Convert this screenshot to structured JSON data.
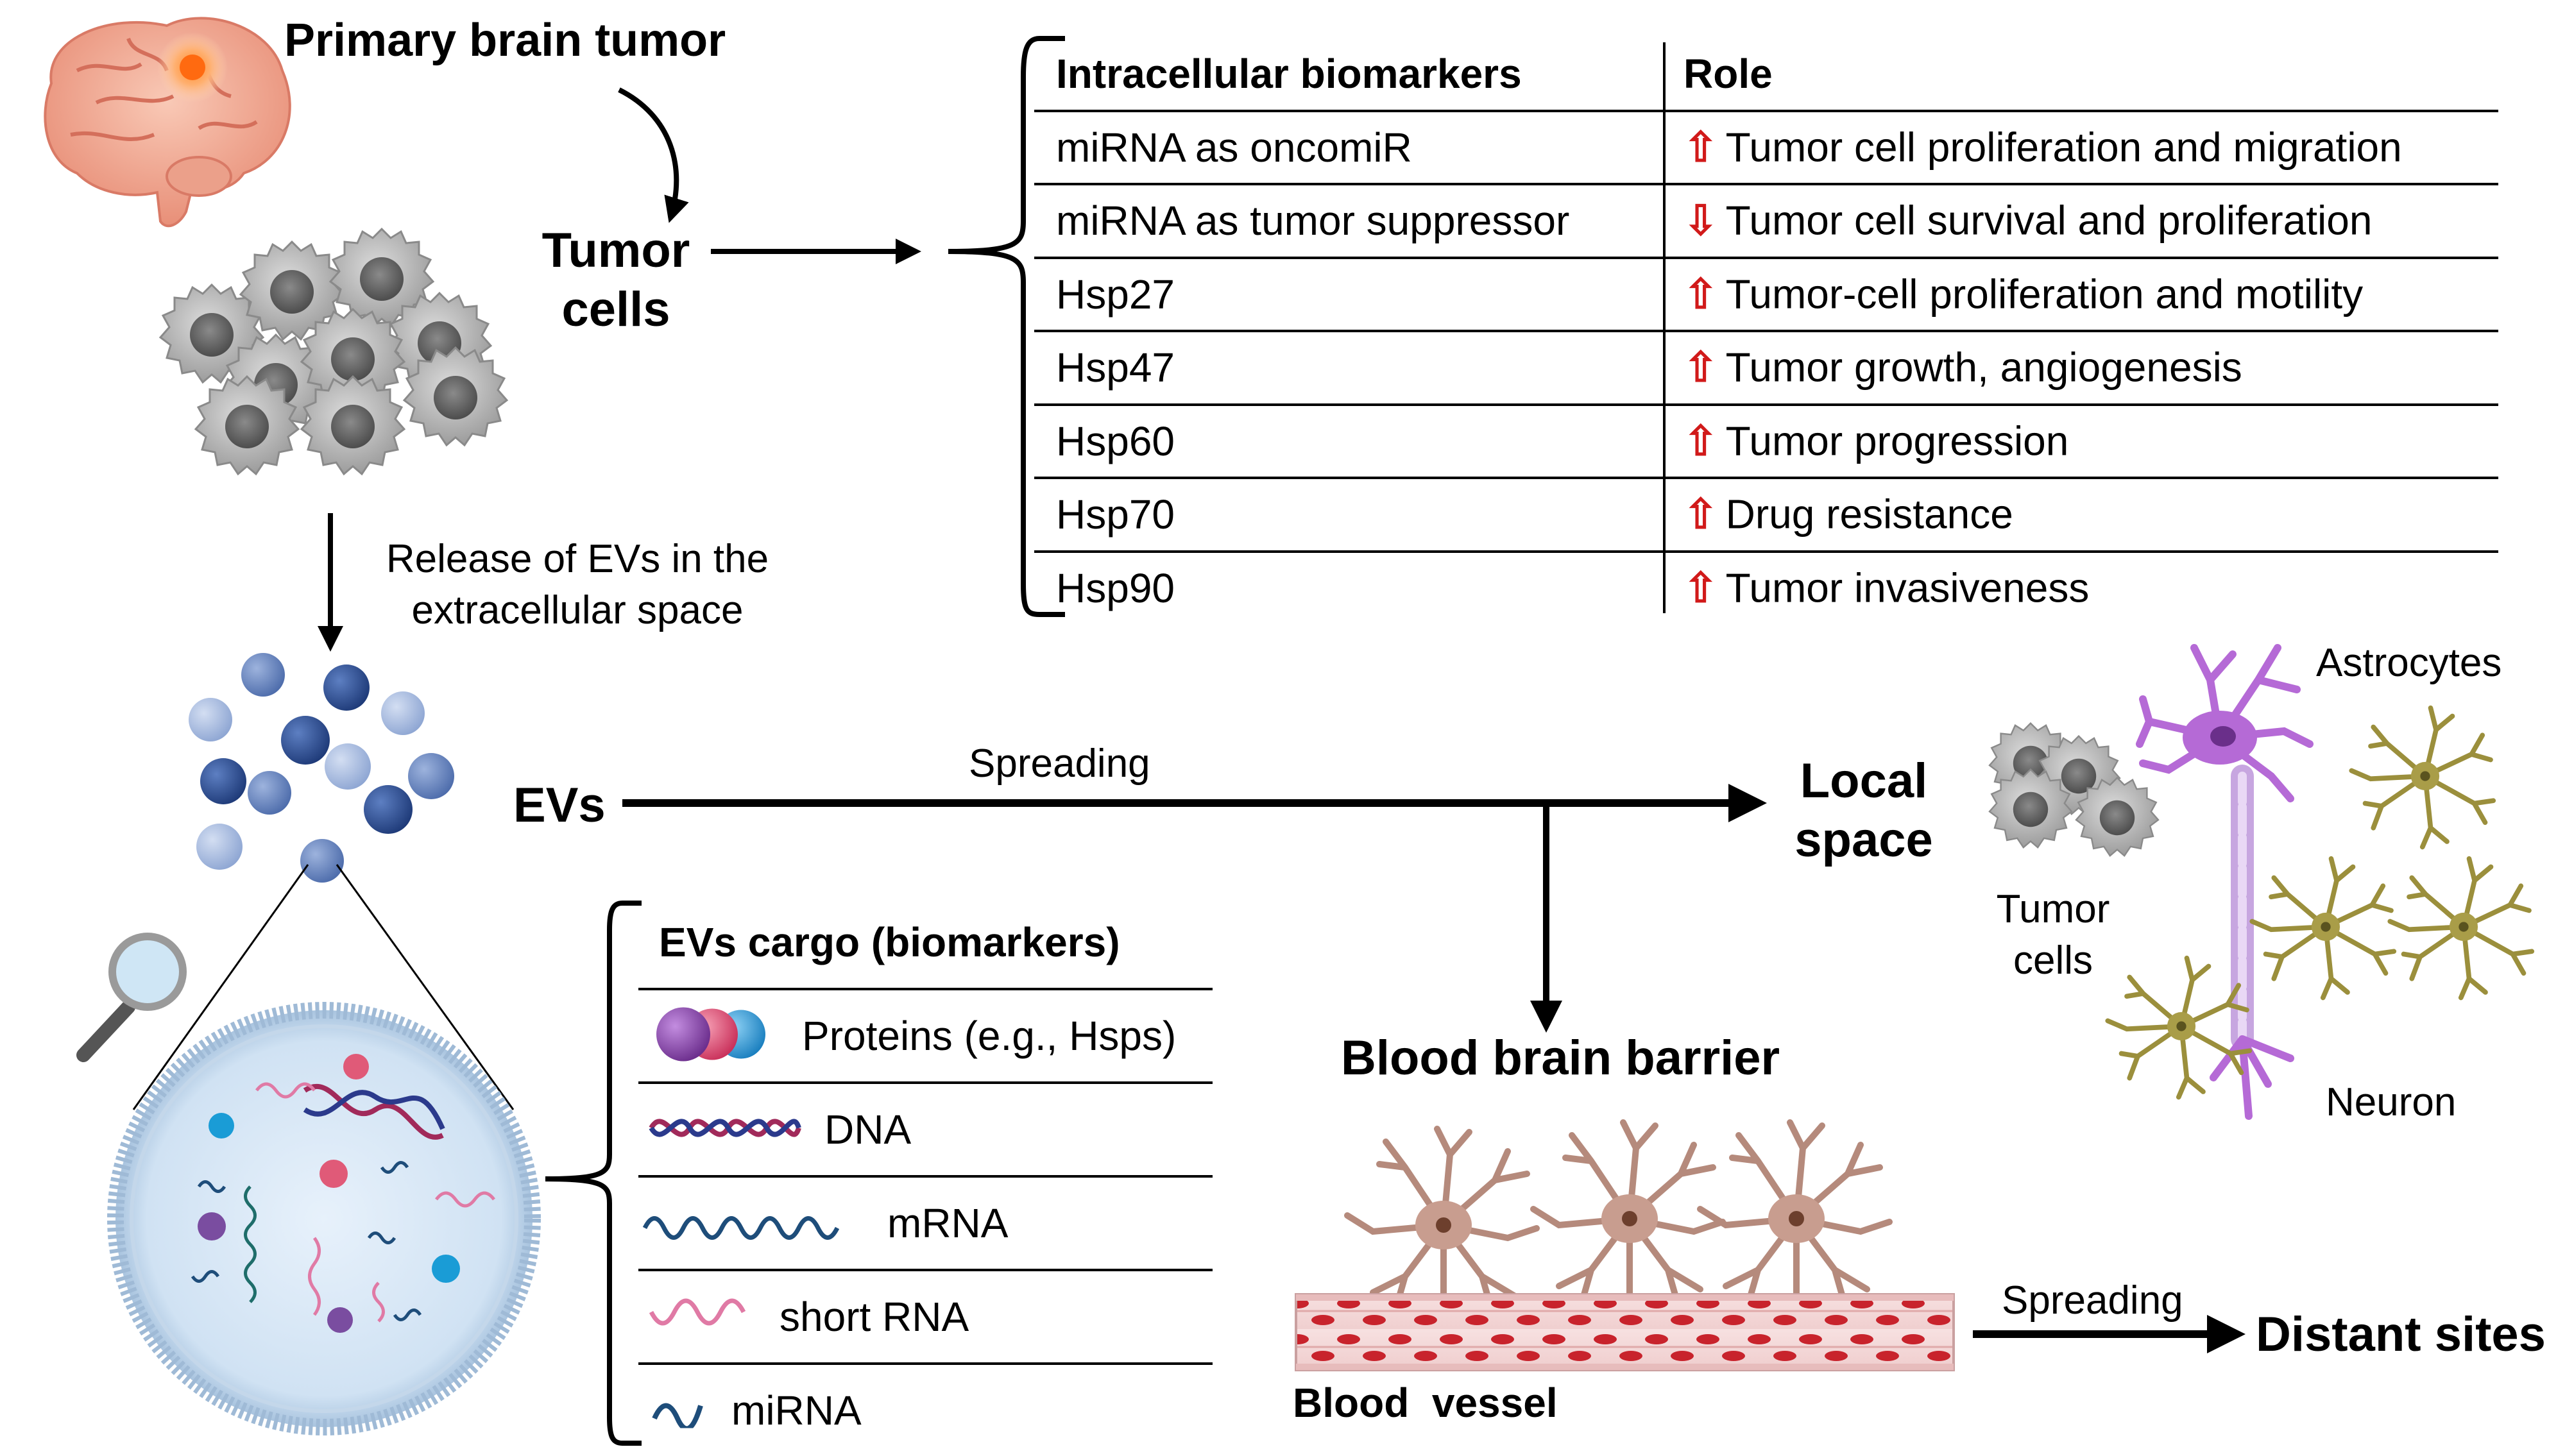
{
  "figure": {
    "primary_tumor": "Primary brain tumor",
    "tumor_cells": "Tumor cells",
    "release_evs": "Release of EVs in the extracellular space",
    "evs": "EVs",
    "spreading_local": "Spreading",
    "local_space": "Local space",
    "blood_brain_barrier": "Blood brain barrier",
    "blood_vessel": "Blood  vessel",
    "spreading_distant": "Spreading",
    "distant_sites": "Distant sites",
    "astrocytes": "Astrocytes",
    "tumor_cells_local": "Tumor cells",
    "neuron": "Neuron"
  },
  "biomarker_table": {
    "headers": [
      "Intracellular biomarkers",
      "Role"
    ],
    "rows": [
      {
        "biomarker": "miRNA as oncomiR",
        "trend": "up",
        "role": "Tumor cell proliferation and migration"
      },
      {
        "biomarker": "miRNA as tumor suppressor",
        "trend": "down",
        "role": "Tumor cell survival and proliferation"
      },
      {
        "biomarker": "Hsp27",
        "trend": "up",
        "role": "Tumor-cell proliferation and motility"
      },
      {
        "biomarker": "Hsp47",
        "trend": "up",
        "role": "Tumor growth, angiogenesis"
      },
      {
        "biomarker": "Hsp60",
        "trend": "up",
        "role": "Tumor progression"
      },
      {
        "biomarker": "Hsp70",
        "trend": "up",
        "role": "Drug resistance"
      },
      {
        "biomarker": "Hsp90",
        "trend": "up",
        "role": "Tumor invasiveness"
      }
    ]
  },
  "cargo_table": {
    "header": "EVs cargo (biomarkers)",
    "items": [
      {
        "label": "Proteins (e.g., Hsps)",
        "icon": "protein-spheres-icon"
      },
      {
        "label": "DNA",
        "icon": "dna-helix-icon"
      },
      {
        "label": "mRNA",
        "icon": "mrna-wave-icon"
      },
      {
        "label": "short RNA",
        "icon": "short-rna-wave-icon"
      },
      {
        "label": "miRNA",
        "icon": "mirna-wave-icon"
      }
    ]
  },
  "colors": {
    "increase_arrow": "#d11a1a",
    "ev_dark": "#2a4a8a",
    "ev_light": "#9fb3d8",
    "tumor_cell": "#b5b5b5",
    "astrocyte": "#9b8f3c",
    "neuron": "#b56ad6",
    "endothelial": "#b58a7c",
    "blood": "#c8232c"
  }
}
